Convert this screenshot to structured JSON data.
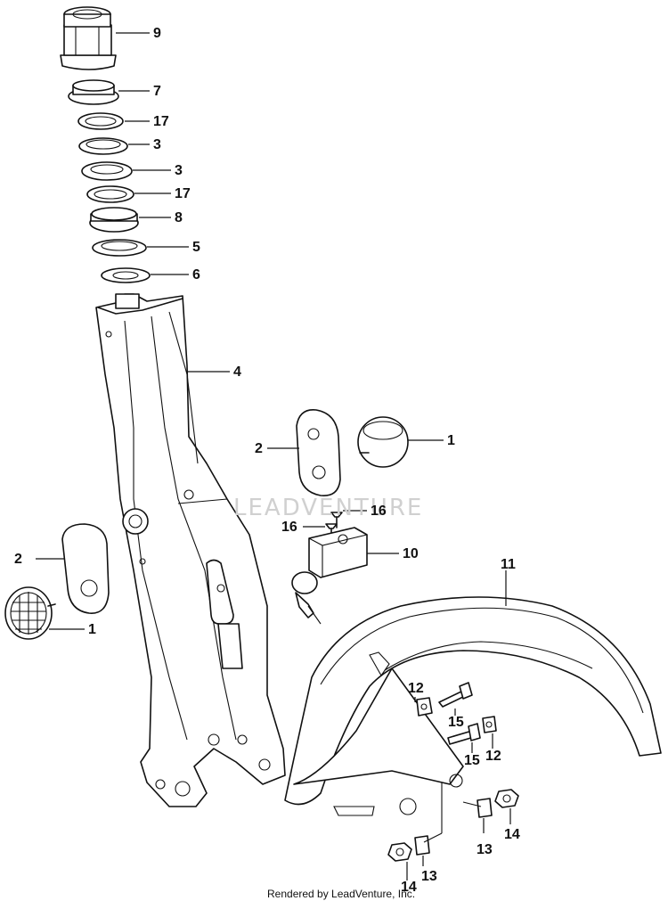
{
  "watermark": "LEADVENTURE",
  "footer": "Rendered by LeadVenture, Inc.",
  "callouts": {
    "c9": "9",
    "c7": "7",
    "c17a": "17",
    "c3a": "3",
    "c3b": "3",
    "c17b": "17",
    "c8": "8",
    "c5": "5",
    "c6": "6",
    "c4": "4",
    "c2a": "2",
    "c1a": "1",
    "c16a": "16",
    "c16b": "16",
    "c10": "10",
    "c2b": "2",
    "c1b": "1",
    "c11": "11",
    "c12a": "12",
    "c15a": "15",
    "c15b": "15",
    "c12b": "12",
    "c13a": "13",
    "c14a": "14",
    "c14b": "14",
    "c13b": "13"
  }
}
